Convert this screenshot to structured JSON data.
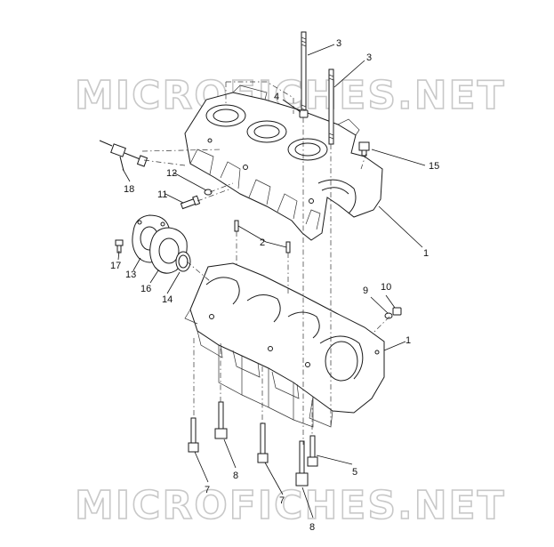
{
  "watermark": {
    "text": "MICROFICHES.NET",
    "color": "#c8c8c8"
  },
  "callouts": [
    {
      "id": "c1a",
      "label": "1"
    },
    {
      "id": "c1b",
      "label": "1"
    },
    {
      "id": "c2",
      "label": "2"
    },
    {
      "id": "c3a",
      "label": "3"
    },
    {
      "id": "c3b",
      "label": "3"
    },
    {
      "id": "c4",
      "label": "4"
    },
    {
      "id": "c5",
      "label": "5"
    },
    {
      "id": "c7a",
      "label": "7"
    },
    {
      "id": "c7b",
      "label": "7"
    },
    {
      "id": "c8a",
      "label": "8"
    },
    {
      "id": "c8b",
      "label": "8"
    },
    {
      "id": "c9",
      "label": "9"
    },
    {
      "id": "c10",
      "label": "10"
    },
    {
      "id": "c11",
      "label": "11"
    },
    {
      "id": "c12",
      "label": "12"
    },
    {
      "id": "c13",
      "label": "13"
    },
    {
      "id": "c14",
      "label": "14"
    },
    {
      "id": "c15",
      "label": "15"
    },
    {
      "id": "c16",
      "label": "16"
    },
    {
      "id": "c17",
      "label": "17"
    },
    {
      "id": "c18",
      "label": "18"
    }
  ]
}
